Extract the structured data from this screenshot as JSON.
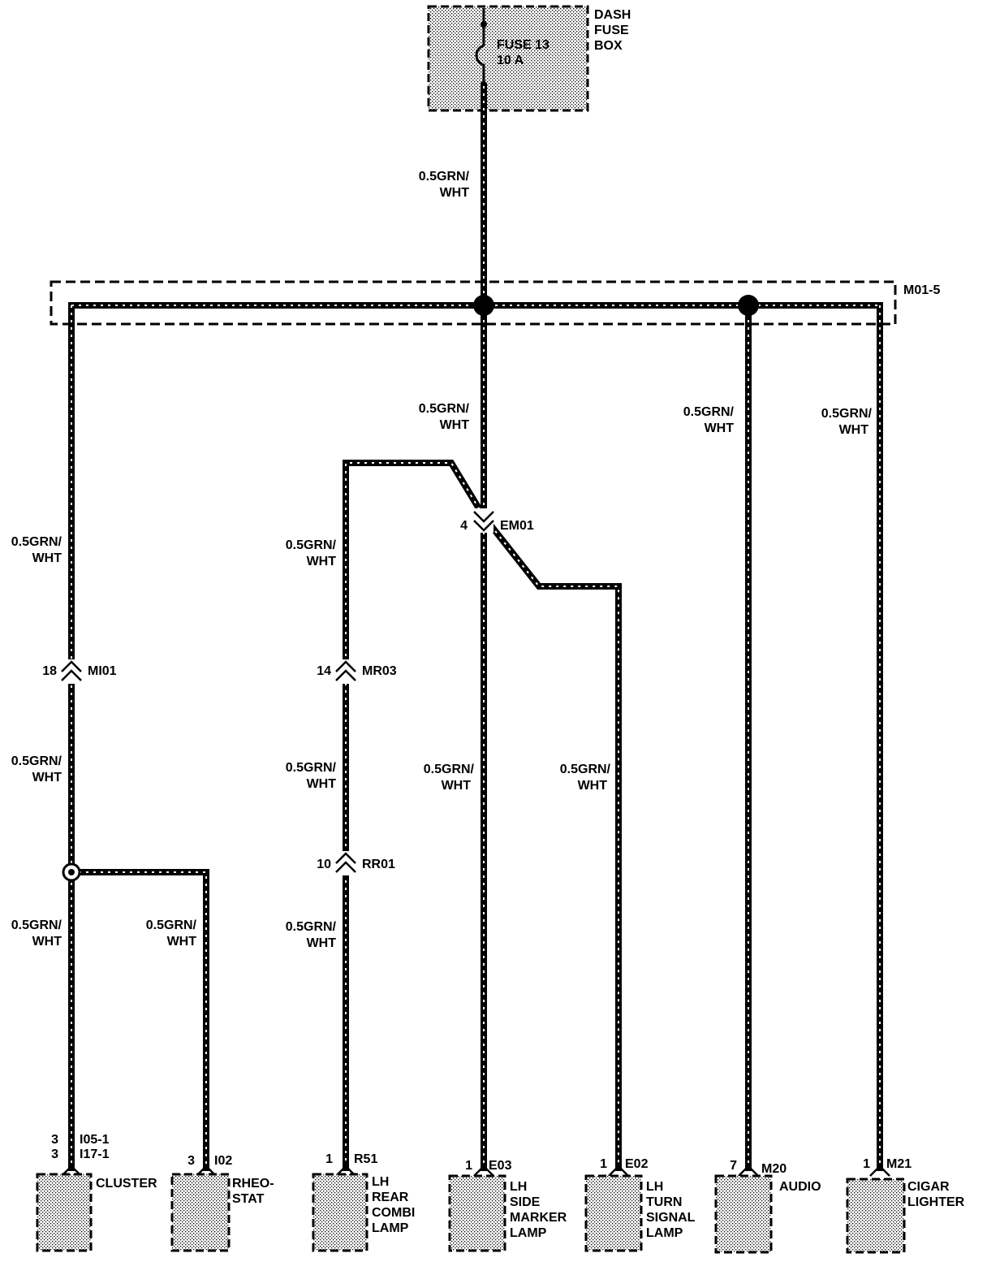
{
  "fuse_box": {
    "line1": "DASH",
    "line2": "FUSE",
    "line3": "BOX",
    "fuse_name": "FUSE 13",
    "fuse_rating": "10 A"
  },
  "harness_connector": "M01-5",
  "wire_spec": {
    "line1": "0.5GRN/",
    "line2": "WHT"
  },
  "connectors": {
    "em01": {
      "pin": "4",
      "name": "EM01"
    },
    "mi01": {
      "pin": "18",
      "name": "MI01"
    },
    "mr03": {
      "pin": "14",
      "name": "MR03"
    },
    "rr01": {
      "pin": "10",
      "name": "RR01"
    }
  },
  "components": {
    "cluster": {
      "pin1": "3",
      "pin2": "3",
      "conn1": "I05-1",
      "conn2": "I17-1",
      "label": "CLUSTER"
    },
    "rheostat": {
      "pin": "3",
      "conn": "I02",
      "line1": "RHEO-",
      "line2": "STAT"
    },
    "lh_rear_combi": {
      "pin": "1",
      "conn": "R51",
      "line1": "LH",
      "line2": "REAR",
      "line3": "COMBI",
      "line4": "LAMP"
    },
    "lh_side_marker": {
      "pin": "1",
      "conn": "E03",
      "line1": "LH",
      "line2": "SIDE",
      "line3": "MARKER",
      "line4": "LAMP"
    },
    "lh_turn_signal": {
      "pin": "1",
      "conn": "E02",
      "line1": "LH",
      "line2": "TURN",
      "line3": "SIGNAL",
      "line4": "LAMP"
    },
    "audio": {
      "pin": "7",
      "conn": "M20",
      "label": "AUDIO"
    },
    "cigar_lighter": {
      "pin": "1",
      "conn": "M21",
      "line1": "CIGAR",
      "line2": "LIGHTER"
    }
  }
}
